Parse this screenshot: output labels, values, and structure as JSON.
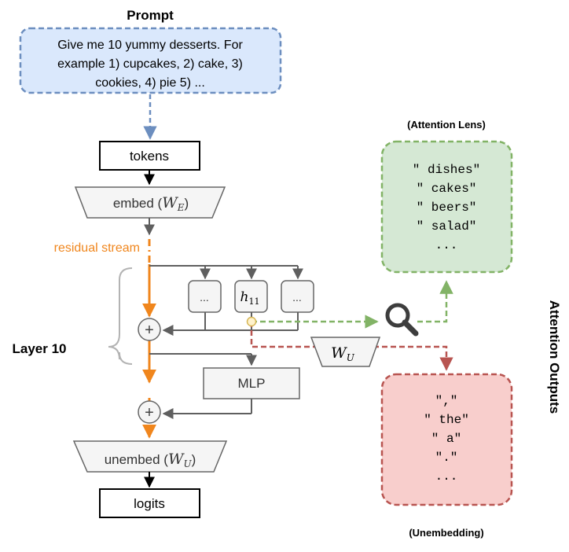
{
  "prompt": {
    "title": "Prompt",
    "lines": [
      "Give me 10 yummy desserts. For",
      "example 1) cupcakes, 2) cake, 3)",
      "cookies, 4) pie 5) ..."
    ]
  },
  "pipeline": {
    "tokens": "tokens",
    "embed": "embed (",
    "embed_symbol": "W",
    "embed_sub": "E",
    "residual_stream": "residual stream",
    "layer_label": "Layer 10",
    "head_dots_left": "...",
    "head_main": "h",
    "head_main_sub": "11",
    "head_dots_right": "...",
    "plus_sign": "+",
    "mlp": "MLP",
    "unembed": "unembed (",
    "unembed_symbol": "W",
    "unembed_sub": "U",
    "close_paren": ")",
    "logits": "logits",
    "wu_symbol": "W",
    "wu_sub": "U"
  },
  "attention_lens": {
    "title": "(Attention Lens)",
    "tokens": [
      "\" dishes\"",
      "\" cakes\"",
      "\" beers\"",
      "\" salad\"",
      "..."
    ]
  },
  "unembedding": {
    "title": "(Unembedding)",
    "tokens": [
      "\",\"",
      "\" the\"",
      "\" a\"",
      "\".\"",
      "..."
    ]
  },
  "side_label": "Attention Outputs",
  "colors": {
    "orange": "#f0861d",
    "blue_dash": "#6c8ebf",
    "green_dash": "#82b366",
    "red_dash": "#b85450",
    "gray": "#5f5f5f"
  },
  "icons": {
    "magnifier": "magnifier-icon",
    "brace": "curly-brace-icon"
  }
}
